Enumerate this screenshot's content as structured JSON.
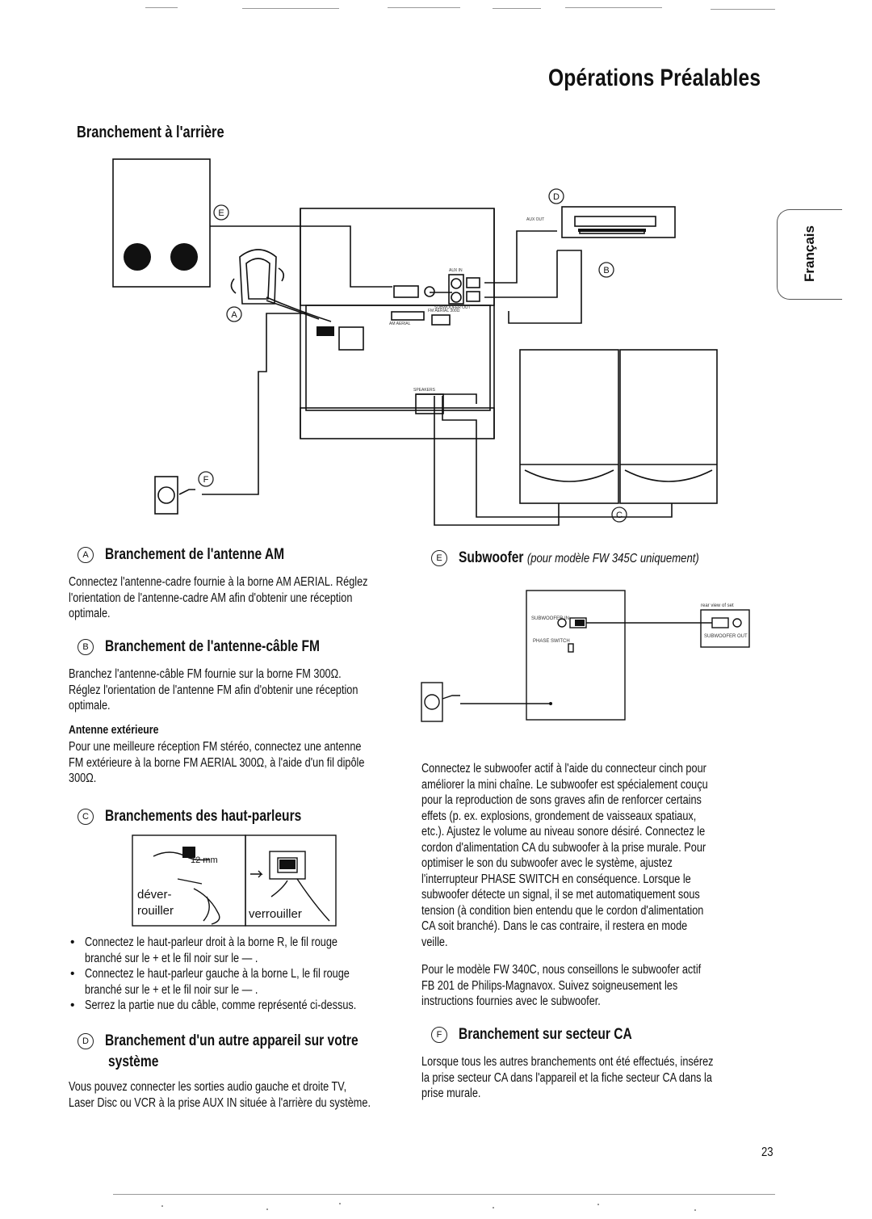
{
  "page": {
    "title": "Opérations Préalables",
    "side_tab": "Français",
    "page_number": "23"
  },
  "diagram": {
    "heading": "Branchement à l'arrière",
    "callouts": {
      "A": "A",
      "B": "B",
      "C": "C",
      "D": "D",
      "E": "E",
      "F": "F"
    },
    "small_labels": {
      "aux_out": "AUX OUT",
      "aux_in": "AUX IN",
      "subwoofer_out": "SUBWOOFER OUT",
      "am_aerial": "AM AERIAL",
      "fm_aerial": "FM AERIAL 300Ω",
      "speakers": "SPEAKERS"
    }
  },
  "sections": {
    "a": {
      "letter": "A",
      "title": "Branchement de l'antenne AM",
      "lines": [
        "Connectez l'antenne-cadre fournie à la borne AM AERIAL. Réglez",
        "l'orientation de l'antenne-cadre AM afin d'obtenir une réception",
        "optimale."
      ]
    },
    "b": {
      "letter": "B",
      "title": "Branchement de l'antenne-câble FM",
      "lines": [
        "Branchez l'antenne-câble FM fournie sur la borne FM 300Ω.",
        "Réglez l'orientation de l'antenne FM afin d'obtenir une réception",
        "optimale."
      ],
      "sub_heading": "Antenne extérieure",
      "sub_lines": [
        "Pour une meilleure réception FM stéréo, connectez une antenne",
        "FM extérieure à la borne FM AERIAL 300Ω, à l'aide d'un fil dipôle",
        "300Ω."
      ]
    },
    "c": {
      "letter": "C",
      "title": "Branchements des haut-parleurs",
      "figure": {
        "unlock_1": "déver-",
        "unlock_2": "rouiller",
        "lock": "verrouiller",
        "measure": "12 mm"
      },
      "bullets": [
        [
          "Connectez le haut-parleur droit à la borne R, le fil rouge",
          "branché sur le + et le fil noir sur le — ."
        ],
        [
          "Connectez le haut-parleur gauche à la borne L, le fil rouge",
          "branché sur le + et le fil noir sur le — ."
        ],
        [
          "Serrez la partie nue du câble, comme représenté ci-dessus."
        ]
      ]
    },
    "d": {
      "letter": "D",
      "title_1": "Branchement d'un autre appareil sur votre",
      "title_2": "système",
      "lines": [
        "Vous pouvez connecter les sorties audio gauche et droite TV,",
        "Laser Disc ou VCR à la prise AUX IN située à l'arrière du système."
      ]
    },
    "e": {
      "letter": "E",
      "title": "Subwoofer",
      "title_note": "(pour modèle FW 345C uniquement)",
      "figure": {
        "subwoofer_in": "SUBWOOFER IN",
        "phase_switch": "PHASE SWITCH",
        "rear_view": "rear view of set",
        "subwoofer_out": "SUBWOOFER OUT"
      },
      "para1": [
        "Connectez le subwoofer actif à l'aide du connecteur cinch pour",
        "améliorer la mini chaîne. Le subwoofer est spécialement couçu",
        "pour la reproduction de sons graves afin de renforcer certains",
        "effets (p. ex. explosions, grondement de vaisseaux spatiaux,",
        "etc.). Ajustez le volume au niveau sonore désiré. Connectez le",
        "cordon d'alimentation CA du subwoofer à la prise murale. Pour",
        "optimiser le son du subwoofer avec le système, ajustez",
        "l'interrupteur PHASE SWITCH en conséquence. Lorsque le",
        "subwoofer détecte un signal, il se met automatiquement sous",
        "tension (à condition bien entendu que le cordon d'alimentation",
        "CA soit branché). Dans le cas contraire, il restera en mode",
        "veille."
      ],
      "para2": [
        "Pour le modèle FW 340C, nous conseillons le subwoofer actif",
        "FB 201 de Philips-Magnavox. Suivez soigneusement les",
        "instructions fournies avec le subwoofer."
      ]
    },
    "f": {
      "letter": "F",
      "title": "Branchement sur secteur CA",
      "lines": [
        "Lorsque tous les autres branchements ont été effectués, insérez",
        "la prise secteur CA dans l'appareil et la fiche secteur CA dans la",
        "prise murale."
      ]
    }
  }
}
